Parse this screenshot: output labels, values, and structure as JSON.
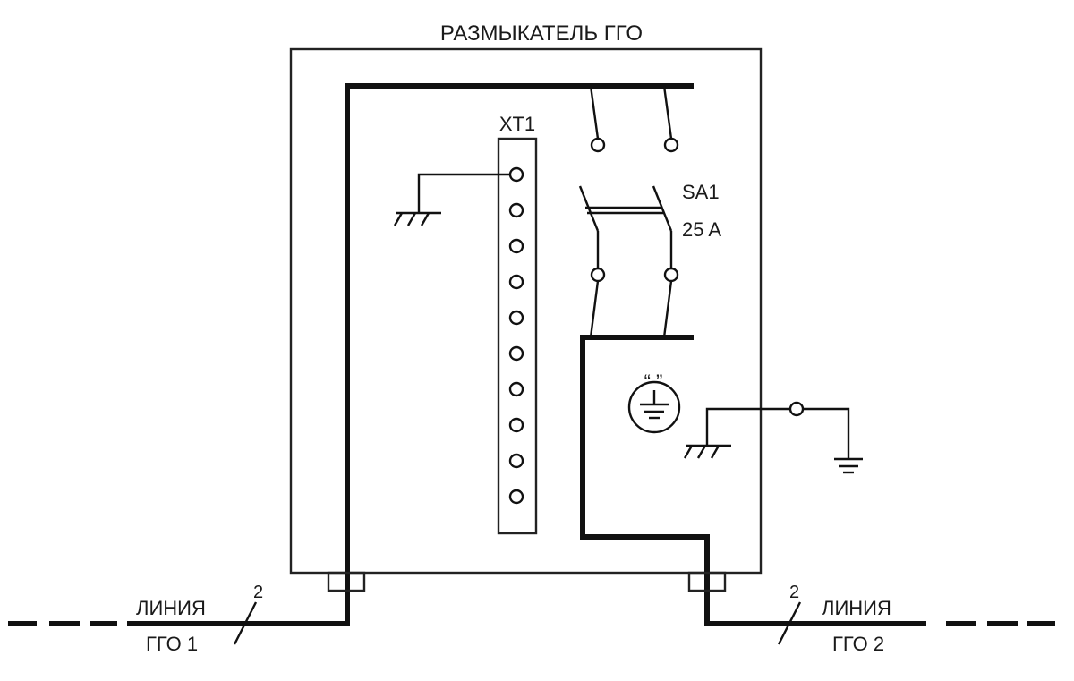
{
  "title": "РАЗМЫКАТЕЛЬ ГГО",
  "terminal_block": {
    "label": "XT1",
    "terminal_count": 10
  },
  "switch": {
    "label": "SA1",
    "rating": "25 A"
  },
  "ground_mark": "“ ”",
  "line_left": {
    "top": "ЛИНИЯ",
    "bottom": "ГГО 1",
    "wires": "2"
  },
  "line_right": {
    "top": "ЛИНИЯ",
    "bottom": "ГГО 2",
    "wires": "2"
  }
}
